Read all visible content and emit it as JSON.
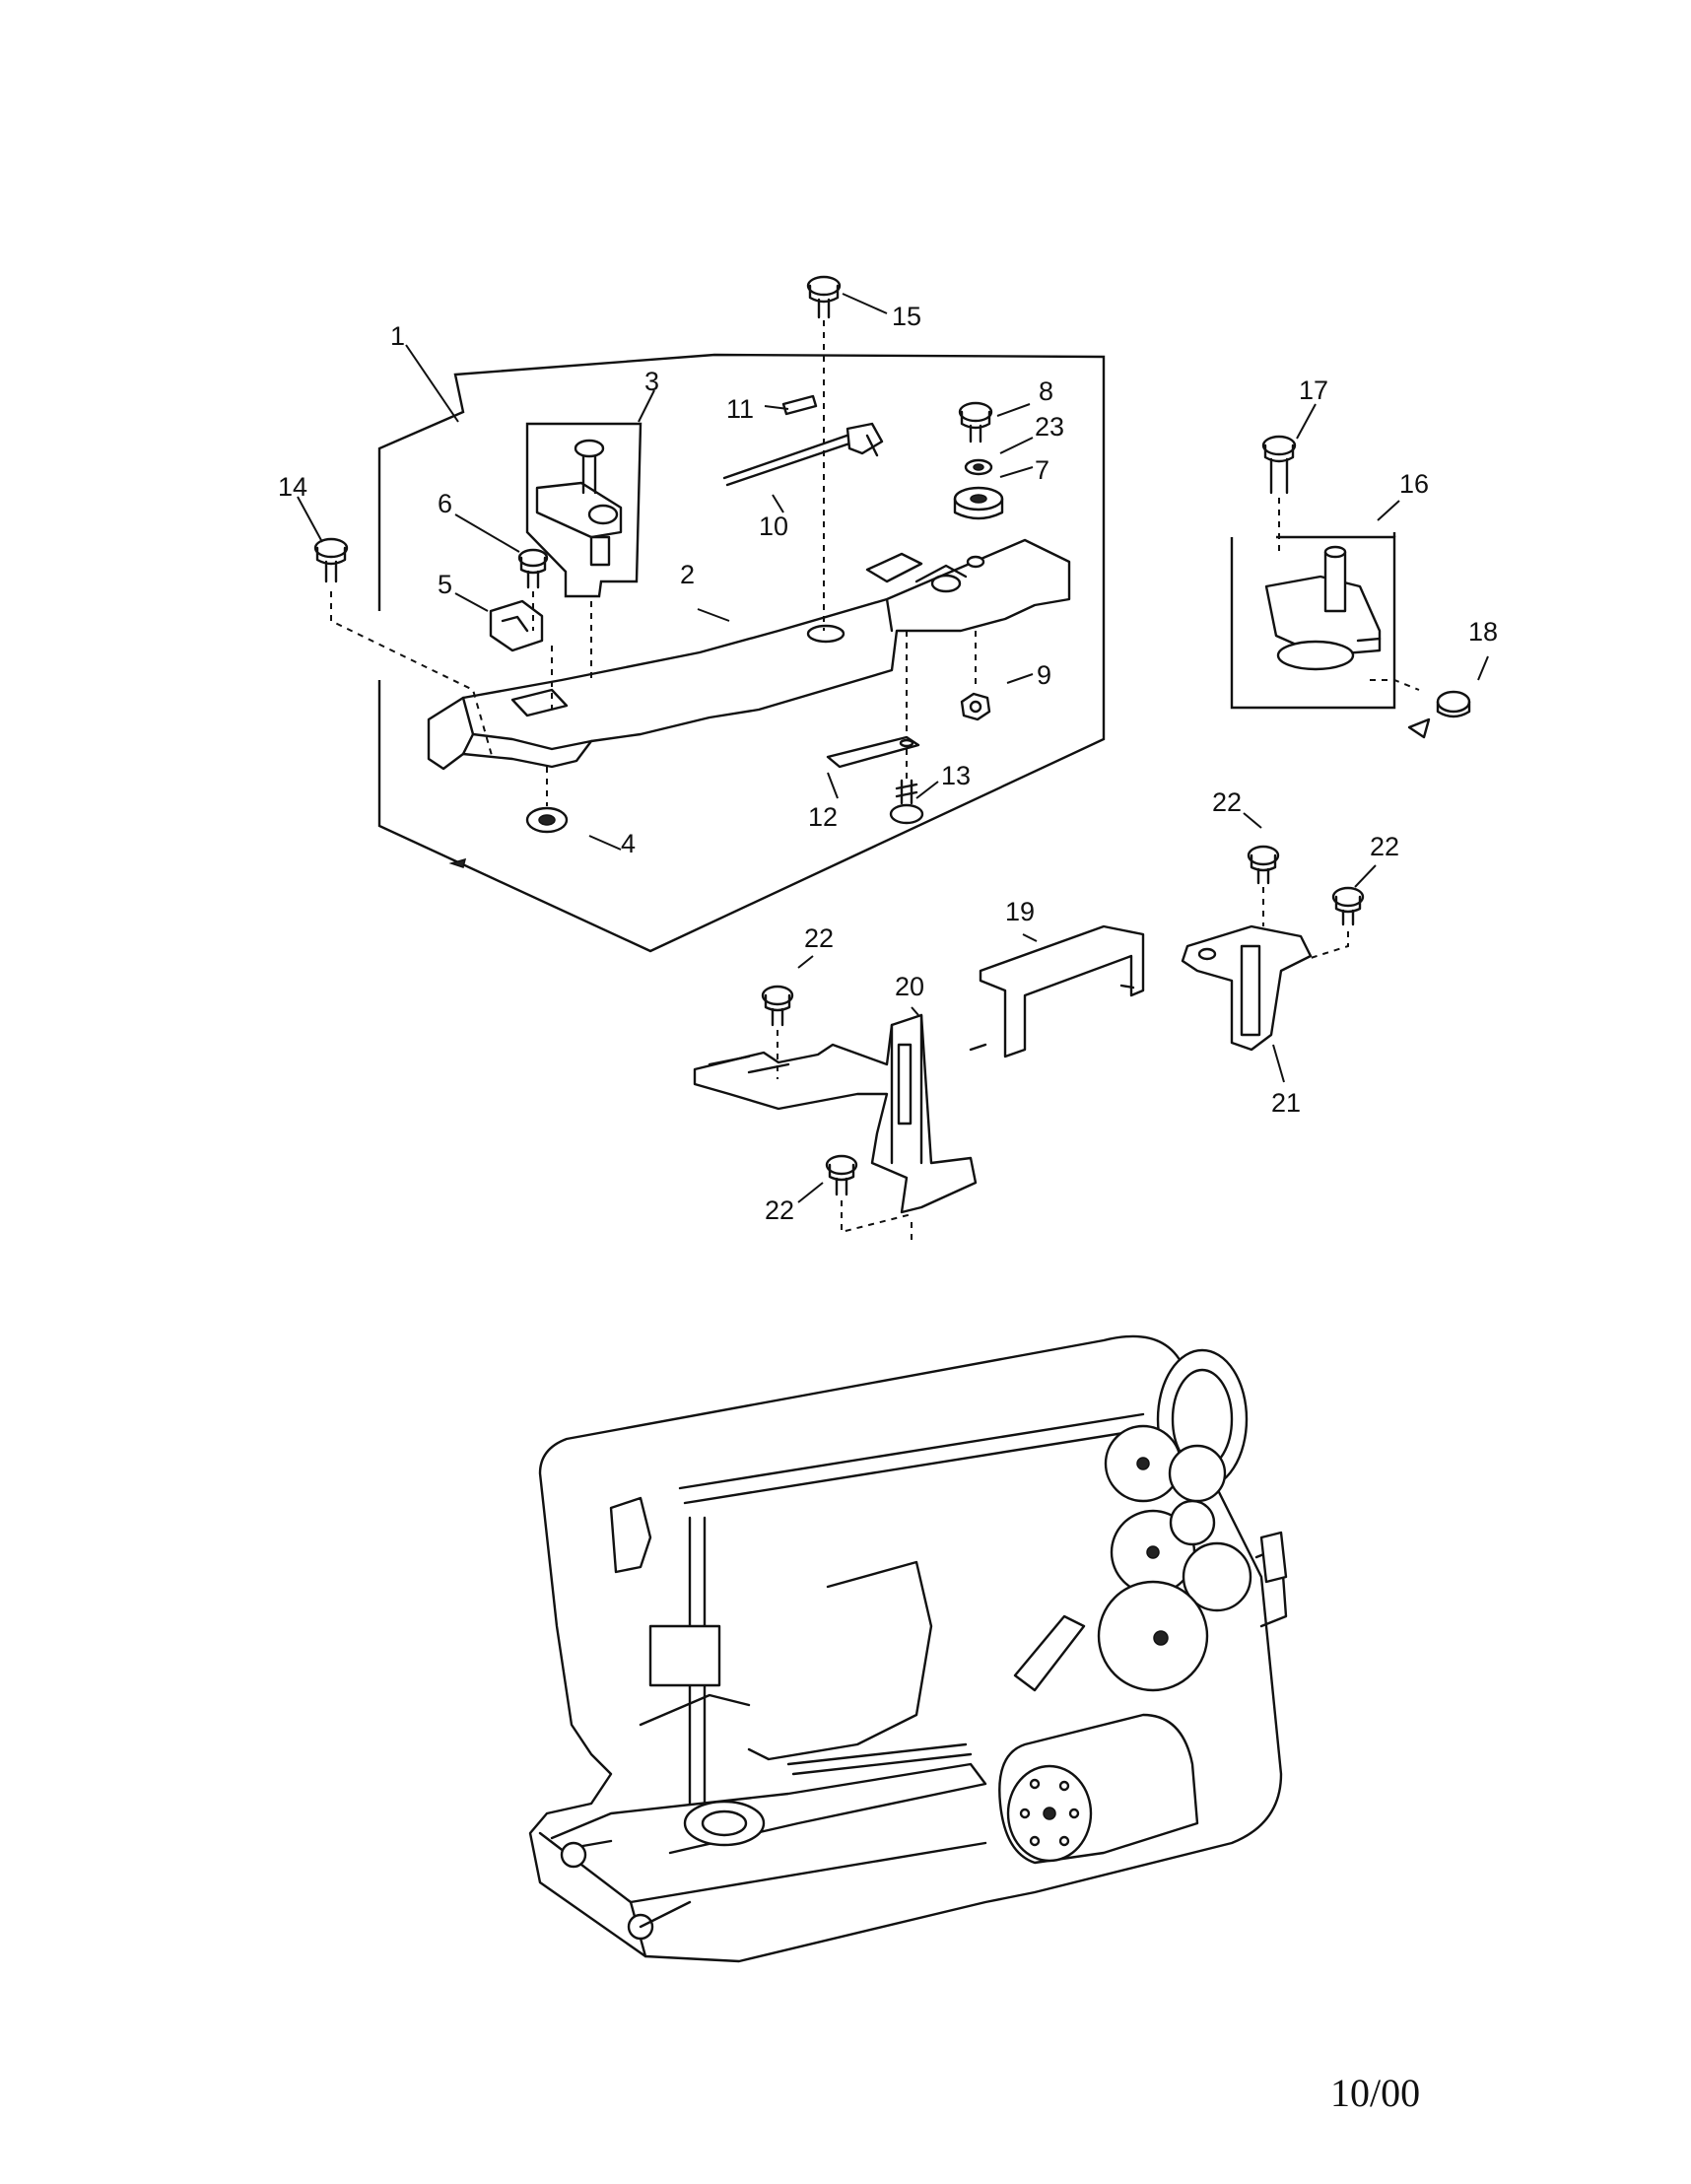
{
  "callouts": [
    {
      "id": "c1",
      "label": "1"
    },
    {
      "id": "c2",
      "label": "2"
    },
    {
      "id": "c3",
      "label": "3"
    },
    {
      "id": "c4",
      "label": "4"
    },
    {
      "id": "c5",
      "label": "5"
    },
    {
      "id": "c6",
      "label": "6"
    },
    {
      "id": "c7",
      "label": "7"
    },
    {
      "id": "c8",
      "label": "8"
    },
    {
      "id": "c9",
      "label": "9"
    },
    {
      "id": "c10",
      "label": "10"
    },
    {
      "id": "c11",
      "label": "11"
    },
    {
      "id": "c12",
      "label": "12"
    },
    {
      "id": "c13",
      "label": "13"
    },
    {
      "id": "c14",
      "label": "14"
    },
    {
      "id": "c15",
      "label": "15"
    },
    {
      "id": "c16",
      "label": "16"
    },
    {
      "id": "c17",
      "label": "17"
    },
    {
      "id": "c18",
      "label": "18"
    },
    {
      "id": "c19",
      "label": "19"
    },
    {
      "id": "c20",
      "label": "20"
    },
    {
      "id": "c21",
      "label": "21"
    },
    {
      "id": "c22a",
      "label": "22"
    },
    {
      "id": "c22b",
      "label": "22"
    },
    {
      "id": "c22c",
      "label": "22"
    },
    {
      "id": "c22d",
      "label": "22"
    },
    {
      "id": "c23",
      "label": "23"
    }
  ],
  "footer": {
    "date_code": "10/00"
  }
}
